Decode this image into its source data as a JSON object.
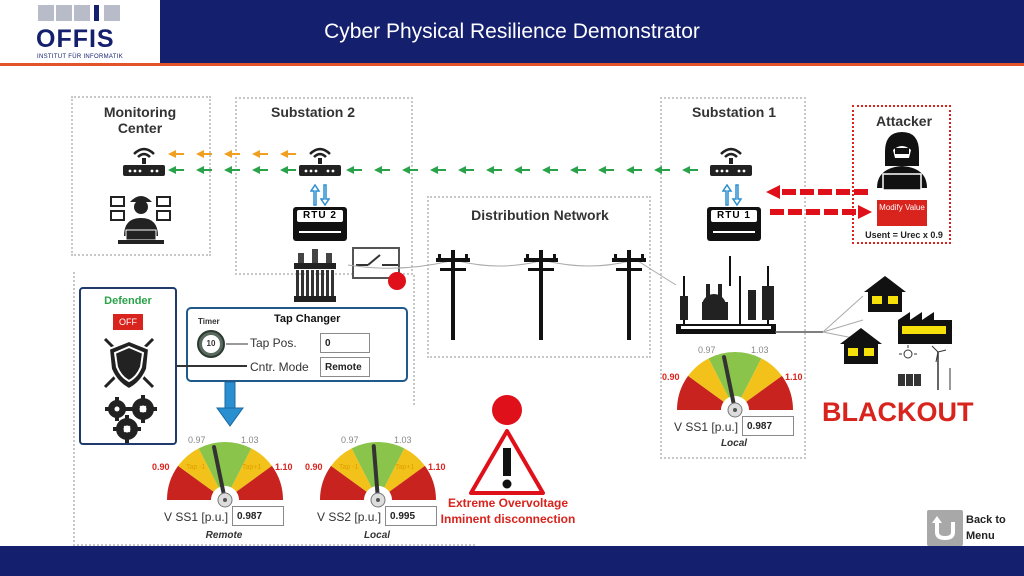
{
  "header": {
    "title": "Cyber Physical Resilience Demonstrator",
    "logo_text": "OFFIS",
    "logo_subtext": "INSTITUT FÜR INFORMATIK"
  },
  "sections": {
    "monitoring": "Monitoring\nCenter",
    "substation2": "Substation 2",
    "substation1": "Substation 1",
    "distribution": "Distribution Network",
    "attacker": "Attacker",
    "defender": "Defender"
  },
  "rtu": {
    "rtu2": "RTU 2",
    "rtu1": "RTU 1"
  },
  "attacker": {
    "modify_button": "Modify Value",
    "formula": "Usent = Urec x 0.9"
  },
  "defender": {
    "status_button": "OFF"
  },
  "tap_changer": {
    "title": "Tap Changer",
    "timer_label": "Timer",
    "timer_value": "10",
    "tap_pos_label": "Tap Pos.",
    "tap_pos_value": "0",
    "ctrl_mode_label": "Cntr. Mode",
    "ctrl_mode_value": "Remote"
  },
  "gauges": {
    "remote": {
      "tick_097": "0.97",
      "tick_103": "1.03",
      "tick_090": "0.90",
      "tick_110": "1.10",
      "label": "V SS1 [p.u.]",
      "value": "0.987",
      "caption": "Remote",
      "zone_left": "Tap -1",
      "zone_right": "Tap+1",
      "reading": 0.987
    },
    "local2": {
      "tick_097": "0.97",
      "tick_103": "1.03",
      "tick_090": "0.90",
      "tick_110": "1.10",
      "label": "V SS2 [p.u.]",
      "value": "0.995",
      "caption": "Local",
      "zone_left": "Tap -1",
      "zone_right": "Tap+1",
      "reading": 0.995
    },
    "local1": {
      "tick_097": "0.97",
      "tick_103": "1.03",
      "tick_090": "0.90",
      "tick_110": "1.10",
      "label": "V SS1 [p.u.]",
      "value": "0.987",
      "caption": "Local",
      "reading": 0.987
    }
  },
  "warning": {
    "line1": "Extreme Overvoltage",
    "line2": "Inminent disconnection"
  },
  "blackout": "BLACKOUT",
  "back_button": {
    "line1": "Back to",
    "line2": "Menu"
  },
  "colors": {
    "navy": "#14206e",
    "orange_line": "#e2532a",
    "red": "#d9231d",
    "green_arrow": "#2aa24a",
    "orange_arrow": "#f0a020",
    "blue_arrow": "#2a8fd0",
    "gauge_red": "#c8231e",
    "gauge_yellow": "#f2c21a",
    "gauge_green": "#8bc44a"
  }
}
